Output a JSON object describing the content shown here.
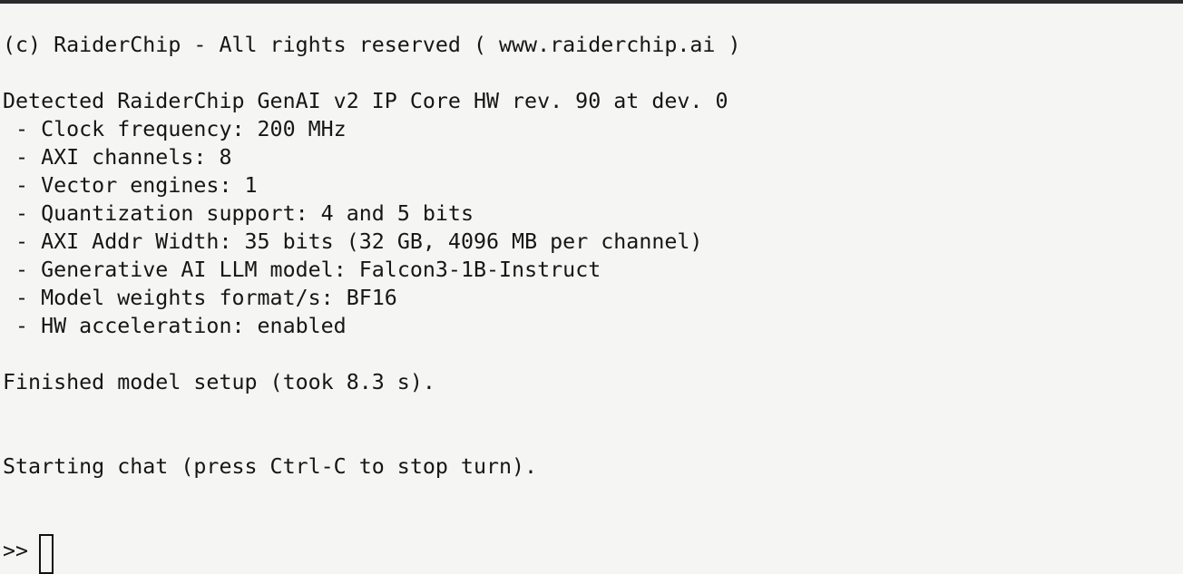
{
  "colors": {
    "background": "#f5f5f4",
    "text": "#161616",
    "top_border": "#2b2b2b",
    "cursor_border": "#111111"
  },
  "terminal": {
    "copyright": "(c) RaiderChip - All rights reserved ( www.raiderchip.ai )",
    "detection": {
      "header": "Detected RaiderChip GenAI v2 IP Core HW rev. 90 at dev. 0",
      "bullet": " - ",
      "separator": ": ",
      "properties": [
        {
          "label": "Clock frequency",
          "value": "200 MHz"
        },
        {
          "label": "AXI channels",
          "value": "8"
        },
        {
          "label": "Vector engines",
          "value": "1"
        },
        {
          "label": "Quantization support",
          "value": "4 and 5 bits"
        },
        {
          "label": "AXI Addr Width",
          "value": "35 bits (32 GB, 4096 MB per channel)"
        },
        {
          "label": "Generative AI LLM model",
          "value": "Falcon3-1B-Instruct"
        },
        {
          "label": "Model weights format/s",
          "value": "BF16"
        },
        {
          "label": "HW acceleration",
          "value": "enabled"
        }
      ]
    },
    "status": {
      "setup_complete": "Finished model setup (took 8.3 s).",
      "chat_start": "Starting chat (press Ctrl-C to stop turn)."
    },
    "prompt": {
      "symbol": ">> ",
      "cursor_style": "hollow-block"
    }
  }
}
